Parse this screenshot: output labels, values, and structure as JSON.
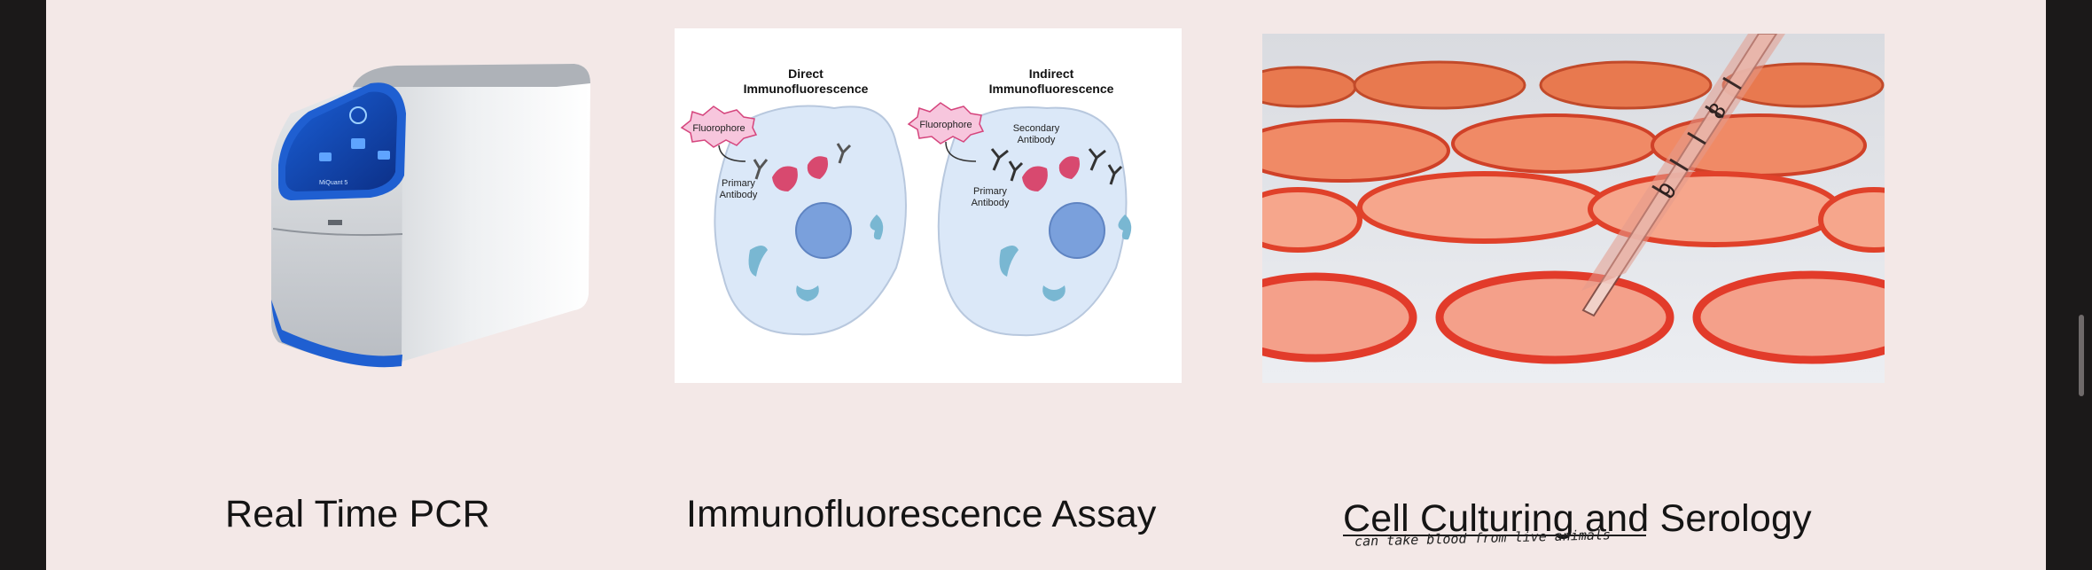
{
  "cards": [
    {
      "caption": "Real Time PCR",
      "image_label": "MiQuant 5"
    },
    {
      "caption": "Immunofluorescence Assay",
      "diagram": {
        "direct_title_1": "Direct",
        "direct_title_2": "Immunofluorescence",
        "indirect_title_1": "Indirect",
        "indirect_title_2": "Immunofluorescence",
        "fluorophore_label": "Fluorophore",
        "primary_antibody_1": "Primary",
        "primary_antibody_2": "Antibody",
        "secondary_antibody_1": "Secondary",
        "secondary_antibody_2": "Antibody"
      }
    },
    {
      "caption": "Cell Culturing and Serology",
      "annotation": "can take blood from live animals"
    }
  ],
  "colors": {
    "page_background": "#f3e8e7",
    "frame": "#1b1919",
    "pcr_blue": "#1f5fd1",
    "cell_fill": "#dbe8f8",
    "nucleus": "#7aa0dc",
    "antigen_pink": "#d8496f",
    "culture_red": "#e23b2a"
  }
}
